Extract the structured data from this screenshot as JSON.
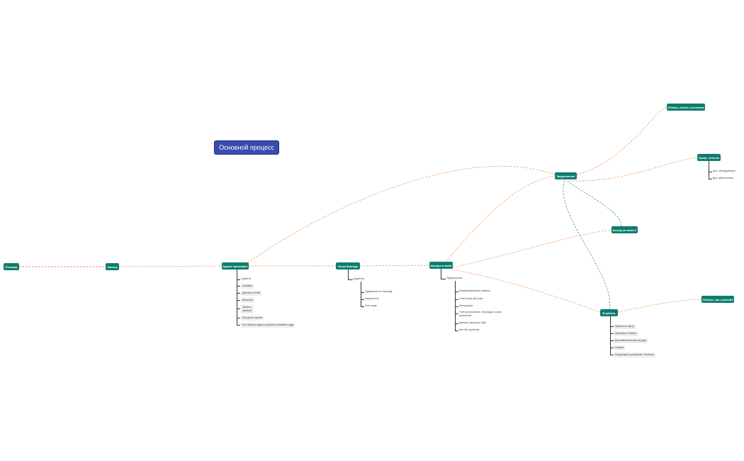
{
  "title": "Основной процесс",
  "nodes": {
    "reklama": "Реклама",
    "zvonok": "Звонок",
    "admin": "Админ принимает",
    "taskbr": "Таска бригаде",
    "vyezd": "выезд на заказ",
    "kvr": "Квр/решение",
    "zvon_ust": "Обзвон, узнать состояние",
    "prof": "Проф. лечение",
    "vyezd2": "выезд на заказ 2",
    "vrabotu": "В работу",
    "zvon_end": "Обзвон, пак, решение"
  },
  "leaves": {
    "admin": [
      "Скрипты",
      "низовые",
      "Данные в CRM",
      "Вопросы",
      "Записи звонков",
      "Контроль оценки",
      "Кто нажала куда из скрипта отправить куда"
    ],
    "taskbr": [
      "водитель"
    ],
    "taskbr_sub": [
      "Одержание по приезду",
      "Накопители",
      "Учет вода"
    ],
    "vyezd": [
      "Предпосылки"
    ],
    "vyezd_sub": [
      "Коммуникативные навыки",
      "Сайт бонус Деточка",
      "Инструкция",
      "Учетом ремонтов, неполадок и фин. ценностей",
      "Данные заказов в ЭДО",
      "Все без проблем"
    ],
    "prof": [
      "Доп. оборудование",
      "Доп. диагностика"
    ],
    "vrabotu": [
      "Запустить карту",
      "Заполнить Tablets",
      "Доставка монтажа на руки",
      "Сервис",
      "Продолжить профилакт лечения"
    ]
  }
}
